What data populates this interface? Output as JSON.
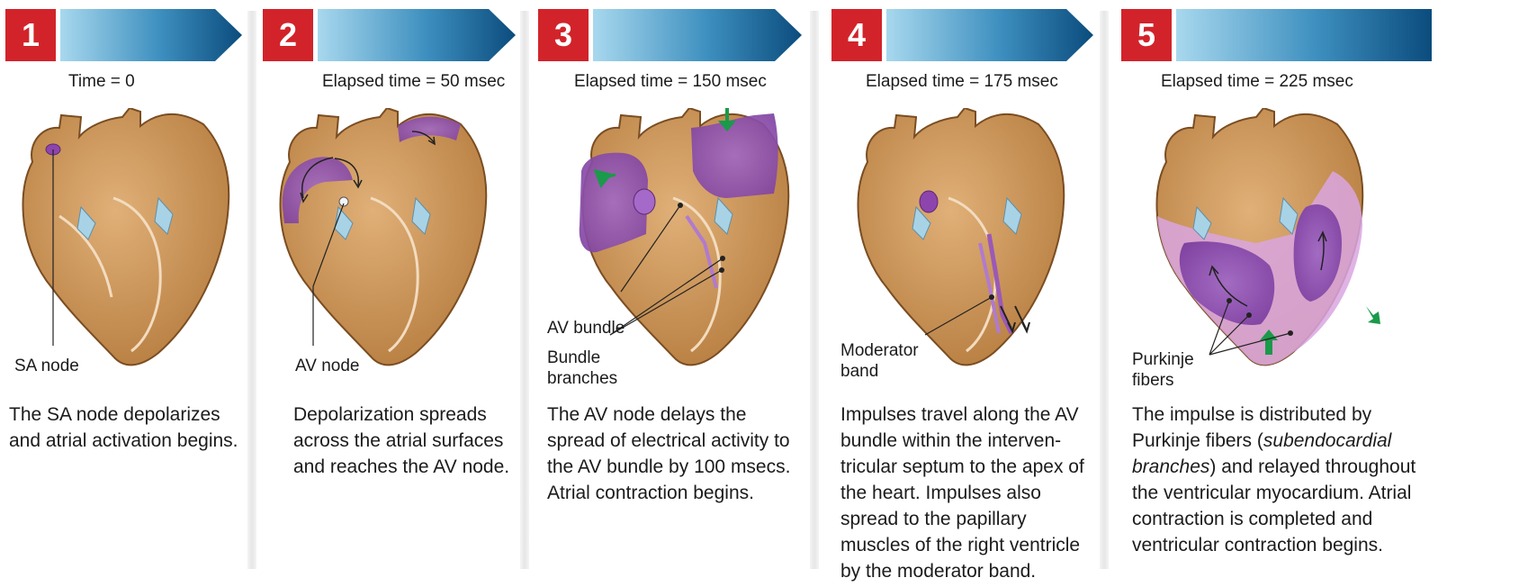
{
  "panels": [
    {
      "step": "1",
      "time": "Time = 0",
      "labels": [
        "SA node"
      ],
      "description": "The SA node depolarizes and atrial activation begins."
    },
    {
      "step": "2",
      "time": "Elapsed time = 50 msec",
      "labels": [
        "AV node"
      ],
      "description": "Depolarization spreads across the atrial surfaces and reaches the AV node."
    },
    {
      "step": "3",
      "time": "Elapsed time = 150 msec",
      "labels": [
        "AV bundle",
        "Bundle",
        "branches"
      ],
      "description": "The AV node delays the spread of electrical activity to the AV bundle by 100 msecs. Atrial contraction begins."
    },
    {
      "step": "4",
      "time": "Elapsed time = 175 msec",
      "labels": [
        "Moderator",
        "band"
      ],
      "description": "Impulses travel along the AV bundle within the interven- tricular septum to the apex of the heart. Impulses also spread to the papillary muscles of the right ventricle by the moderator band."
    },
    {
      "step": "5",
      "time": "Elapsed time = 225 msec",
      "labels": [
        "Purkinje",
        "fibers"
      ],
      "description_parts": [
        "The impulse is distributed by Purkinje fibers (",
        "subendocardial branches",
        ") and relayed throughout the ventricular myocardium. Atrial contraction is completed and ventricular contraction begins."
      ]
    }
  ],
  "colors": {
    "badge": "#d2232a",
    "banner_light": "#a8d8ee",
    "banner_dark": "#0b4c7d",
    "heart": "#c8904f",
    "depolarized": "#9b59b6",
    "arrow_green": "#1a9a4a"
  }
}
